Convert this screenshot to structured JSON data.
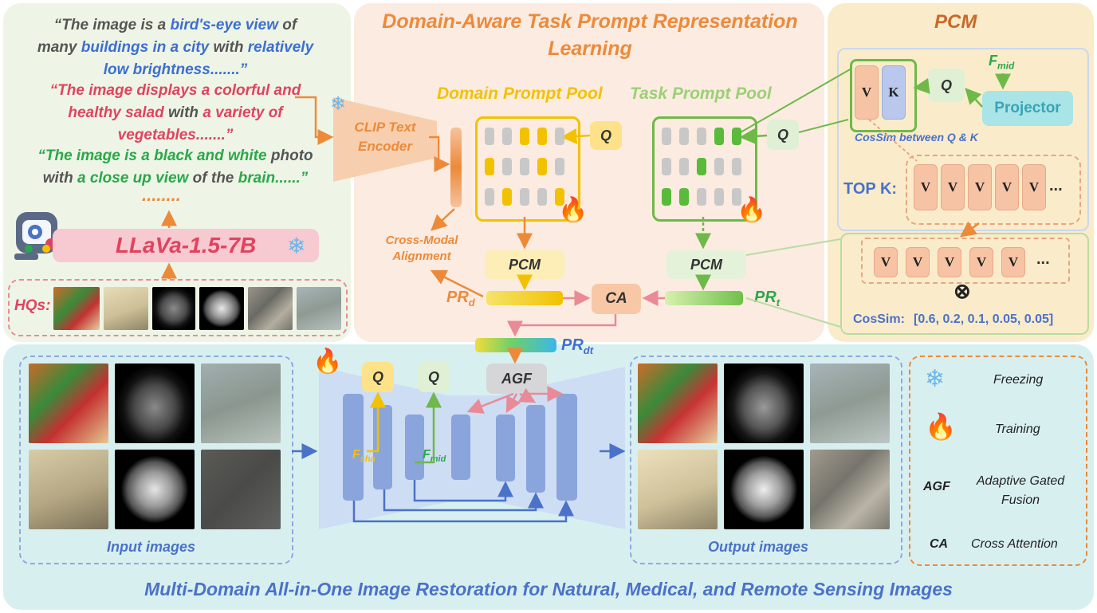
{
  "captions": {
    "caption1": [
      "“The image is a ",
      "bird's-eye view",
      " of",
      "many ",
      "buildings in a city",
      " with ",
      "relatively",
      "low brightness",
      ".......”"
    ],
    "caption2": [
      "“The image displays a ",
      "colorful and",
      "healthy salad",
      " with ",
      "a variety of",
      "vegetables",
      ".......”"
    ],
    "caption3": [
      "“The image is a ",
      "black and white",
      " photo",
      "with ",
      "a close up view",
      " of the ",
      "brain",
      "......”"
    ],
    "ellipsis": "........"
  },
  "llava": {
    "label": "LLaVa-1.5-7B"
  },
  "hqs": {
    "label": "HQs:"
  },
  "clip": {
    "label_line1": "CLIP Text",
    "label_line2": "Encoder"
  },
  "cross_modal": {
    "line1": "Cross-Modal",
    "line2": "Alignment"
  },
  "header": {
    "title_line1": "Domain-Aware Task Prompt Representation",
    "title_line2": "Learning"
  },
  "domain_pool": {
    "title": "Domain Prompt Pool",
    "q": "Q",
    "pcm": "PCM",
    "pr_main": "PR",
    "pr_sub": "d"
  },
  "task_pool": {
    "title": "Task Prompt Pool",
    "q": "Q",
    "pcm": "PCM",
    "pr_main": "PR",
    "pr_sub": "t"
  },
  "ca": {
    "label": "CA"
  },
  "prdt": {
    "main": "PR",
    "sub": "dt"
  },
  "pcm_panel": {
    "title": "PCM",
    "v": "V",
    "k": "K",
    "q": "Q",
    "fmid_main": "F",
    "fmid_sub": "mid",
    "projector": "Projector",
    "cossim_label": "CosSim between Q & K",
    "topk": "TOP K:",
    "ellipsis": "...",
    "otimes": "⊗",
    "cossim_values_label": "CosSim:",
    "cossim_values": "[0.6, 0.2, 0.1, 0.05, 0.05]"
  },
  "restoration": {
    "input_label": "Input images",
    "output_label": "Output images",
    "q1": "Q",
    "q2": "Q",
    "agf": "AGF",
    "fsha_main": "F",
    "fsha_sub": "sha",
    "fmid_main": "F",
    "fmid_sub": "mid",
    "bottom_title": "Multi-Domain All-in-One Image Restoration for Natural, Medical, and Remote Sensing Images"
  },
  "legend": {
    "freezing": "Freezing",
    "training": "Training",
    "agf_key": "AGF",
    "agf_line1": "Adaptive Gated",
    "agf_line2": "Fusion",
    "ca_key": "CA",
    "ca_desc": "Cross Attention"
  },
  "colors": {
    "orange": "#ec8a3a",
    "blue": "#4a72c8",
    "red": "#e0435f",
    "green": "#2aa84a",
    "yellow": "#f2c200",
    "lightgreen": "#9ccf77",
    "pink": "#e98a97"
  },
  "icons": [
    "snowflake-icon",
    "fire-icon",
    "robot-head-icon",
    "otimes-icon"
  ]
}
